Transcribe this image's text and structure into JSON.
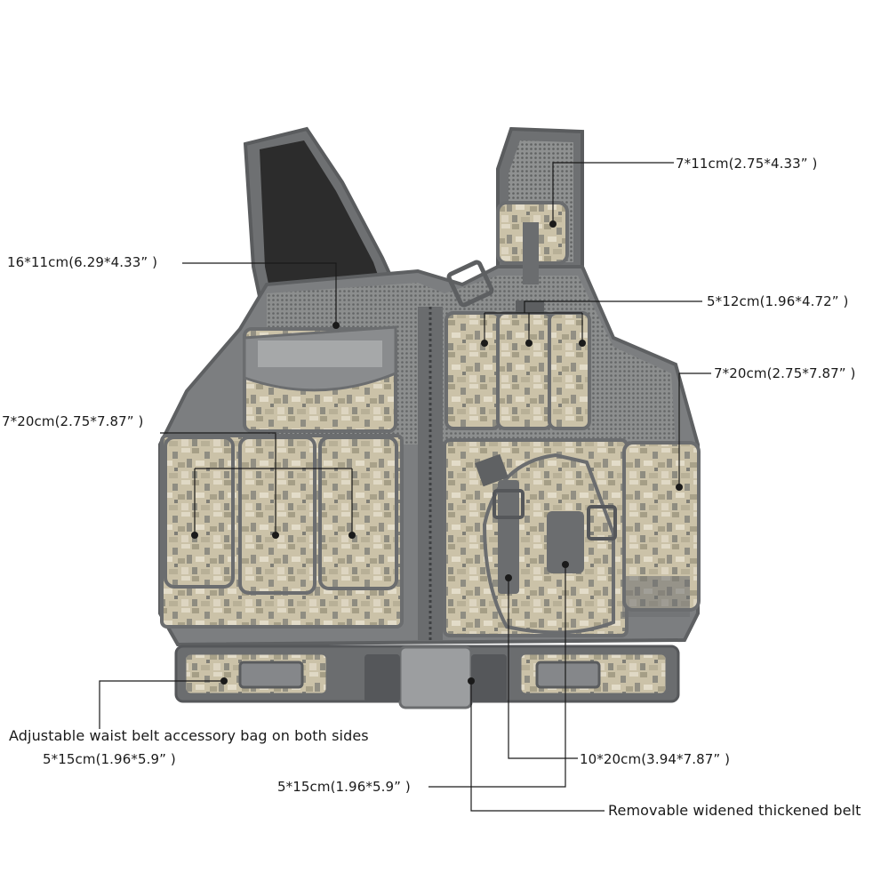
{
  "colors": {
    "camo_base": "#c9c0a6",
    "camo_light": "#ddd6c2",
    "camo_mid": "#a9a28c",
    "camo_dark": "#8c8a7e",
    "trim": "#6b6d6f",
    "mesh": "#9a9c9c",
    "strap_black": "#2b2b2b",
    "annotation_line": "#1a1a1a"
  },
  "subject": {
    "object": "tactical-vest",
    "pattern": "digital-camo"
  },
  "annotations": {
    "top_right_pouch": "7*11cm(2.75*4.33” )",
    "chest_left_pouch": "16*11cm(6.29*4.33” )",
    "chest_right_mag_pouches": "5*12cm(1.96*4.72” )",
    "side_right_pouch": "7*20cm(2.75*7.87” )",
    "front_left_mag_pouches": "7*20cm(2.75*7.87” )",
    "holster_pouch": "10*20cm(3.94*7.87” )",
    "belt_accessory_caption": "Adjustable waist belt accessory bag on both sides",
    "belt_accessory_size": "5*15cm(1.96*5.9” )",
    "center_belt_pouch": "5*15cm(1.96*5.9” )",
    "belt_caption": "Removable widened thickened belt"
  }
}
